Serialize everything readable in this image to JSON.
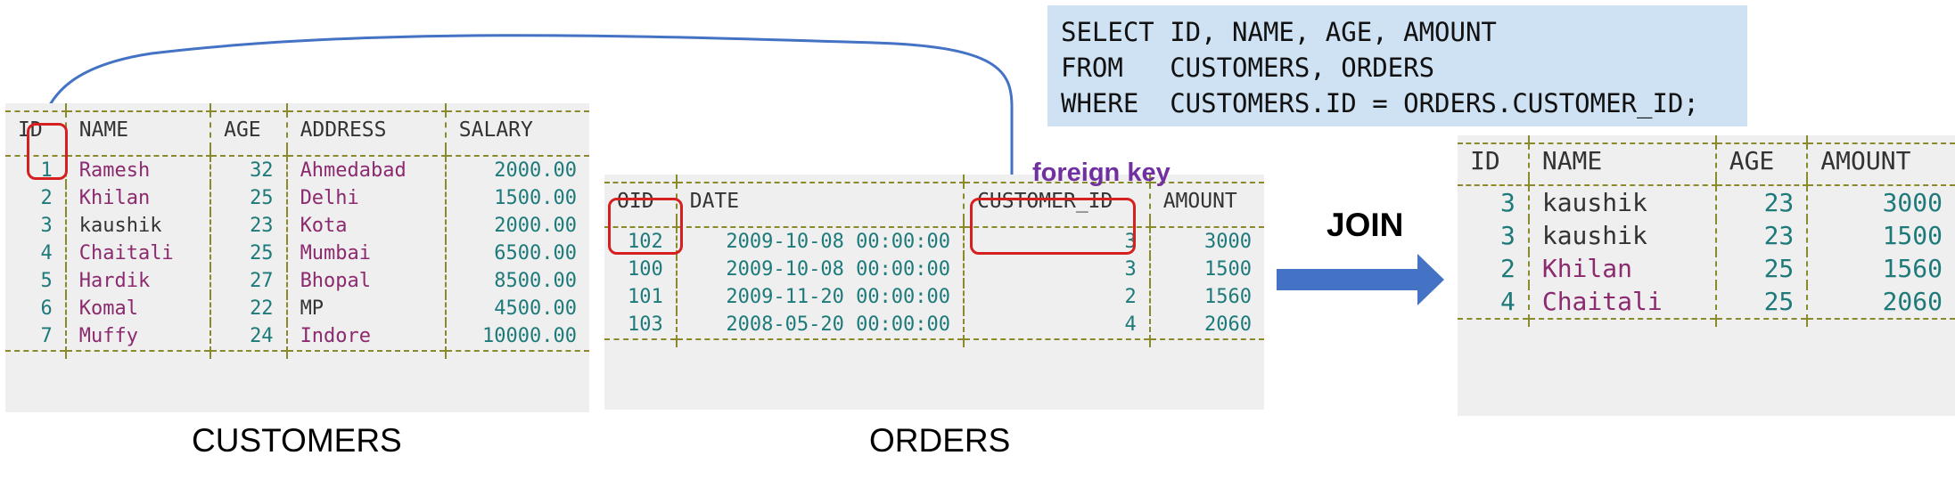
{
  "sql": {
    "line1": "SELECT ID, NAME, AGE, AMOUNT",
    "line2": "FROM   CUSTOMERS, ORDERS",
    "line3": "WHERE  CUSTOMERS.ID = ORDERS.CUSTOMER_ID;"
  },
  "labels": {
    "foreign_key": "foreign key",
    "join": "JOIN",
    "customers_caption": "CUSTOMERS",
    "orders_caption": "ORDERS"
  },
  "customers": {
    "headers": [
      "ID",
      "NAME",
      "AGE",
      "ADDRESS",
      "SALARY"
    ],
    "rows": [
      [
        "1",
        "Ramesh",
        "32",
        "Ahmedabad",
        "2000.00"
      ],
      [
        "2",
        "Khilan",
        "25",
        "Delhi",
        "1500.00"
      ],
      [
        "3",
        "kaushik",
        "23",
        "Kota",
        "2000.00"
      ],
      [
        "4",
        "Chaitali",
        "25",
        "Mumbai",
        "6500.00"
      ],
      [
        "5",
        "Hardik",
        "27",
        "Bhopal",
        "8500.00"
      ],
      [
        "6",
        "Komal",
        "22",
        "MP",
        "4500.00"
      ],
      [
        "7",
        "Muffy",
        "24",
        "Indore",
        "10000.00"
      ]
    ]
  },
  "orders": {
    "headers": [
      "OID",
      "DATE",
      "CUSTOMER_ID",
      "AMOUNT"
    ],
    "rows": [
      [
        "102",
        "2009-10-08 00:00:00",
        "3",
        "3000"
      ],
      [
        "100",
        "2009-10-08 00:00:00",
        "3",
        "1500"
      ],
      [
        "101",
        "2009-11-20 00:00:00",
        "2",
        "1560"
      ],
      [
        "103",
        "2008-05-20 00:00:00",
        "4",
        "2060"
      ]
    ]
  },
  "result": {
    "headers": [
      "ID",
      "NAME",
      "AGE",
      "AMOUNT"
    ],
    "rows": [
      [
        "3",
        "kaushik",
        "23",
        "3000"
      ],
      [
        "3",
        "kaushik",
        "23",
        "1500"
      ],
      [
        "2",
        "Khilan",
        "25",
        "1560"
      ],
      [
        "4",
        "Chaitali",
        "25",
        "2060"
      ]
    ]
  },
  "colors": {
    "arrow": "#4472c4",
    "highlight": "#d62020",
    "foreign_key_text": "#7030a0",
    "sql_bg": "#cfe2f3"
  }
}
